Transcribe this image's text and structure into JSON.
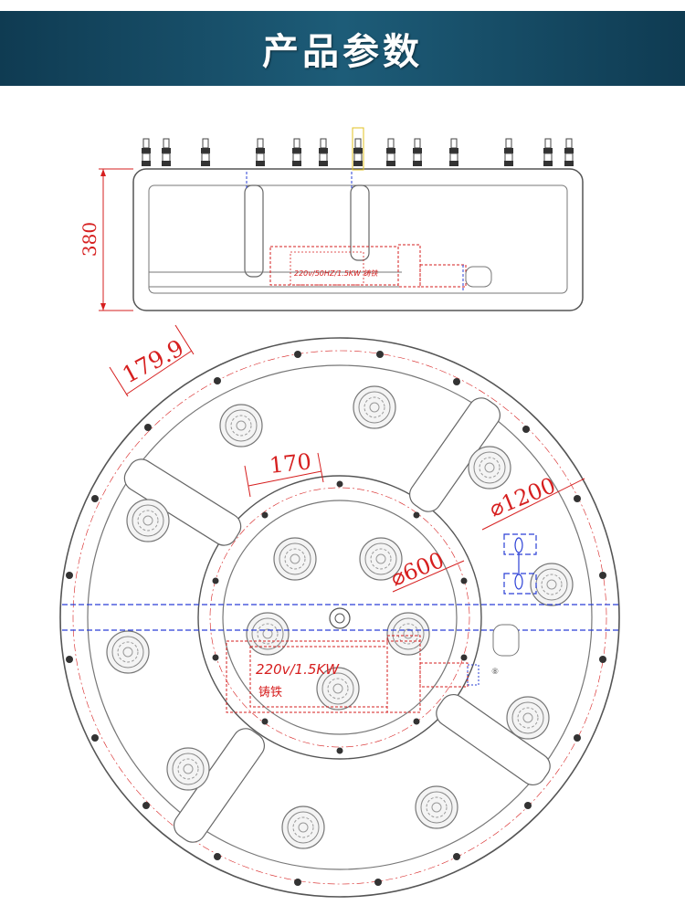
{
  "header": {
    "title": "产品参数"
  },
  "side_view": {
    "height_dimension": "380",
    "heater_label": "220v/50HZ/1.5KW 铸铁"
  },
  "top_view": {
    "dimension_band": "179.9",
    "dimension_ring": "170",
    "dimension_outer_dia": "⌀1200",
    "dimension_inner_dia": "⌀600",
    "heater_label_1": "220v/1.5KW",
    "heater_label_2": "铸铁",
    "small_label": "⑧"
  },
  "colors": {
    "banner": "#1d5c78",
    "outline": "#555555",
    "dimension": "#d61f1f",
    "center_line": "#2a3fd6"
  }
}
